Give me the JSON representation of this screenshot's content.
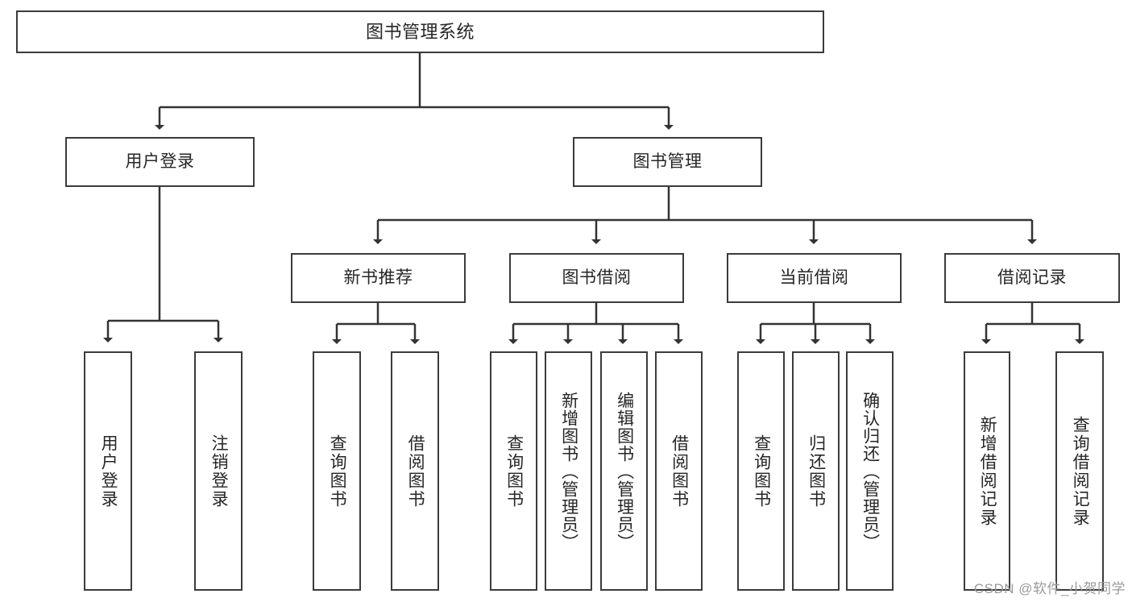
{
  "diagram": {
    "title": "图书管理系统",
    "type": "tree-hierarchy-chart",
    "root": {
      "id": "root",
      "label": "图书管理系统"
    },
    "level2": [
      {
        "id": "login",
        "label": "用户登录"
      },
      {
        "id": "bookmgmt",
        "label": "图书管理"
      }
    ],
    "level3": [
      {
        "id": "newbook",
        "label": "新书推荐"
      },
      {
        "id": "borrow",
        "label": "图书借阅"
      },
      {
        "id": "current",
        "label": "当前借阅"
      },
      {
        "id": "records",
        "label": "借阅记录"
      }
    ],
    "leaves": {
      "login": [
        {
          "id": "login-user",
          "label": "用户登录"
        },
        {
          "id": "login-logout",
          "label": "注销登录"
        }
      ],
      "newbook": [
        {
          "id": "newbook-query",
          "label": "查询图书"
        },
        {
          "id": "newbook-borrow",
          "label": "借阅图书"
        }
      ],
      "borrow": [
        {
          "id": "borrow-query",
          "label": "查询图书"
        },
        {
          "id": "borrow-add",
          "label": "新增图书（管理员）"
        },
        {
          "id": "borrow-edit",
          "label": "编辑图书（管理员）"
        },
        {
          "id": "borrow-lend",
          "label": "借阅图书"
        }
      ],
      "current": [
        {
          "id": "current-query",
          "label": "查询图书"
        },
        {
          "id": "current-return",
          "label": "归还图书"
        },
        {
          "id": "current-confirm",
          "label": "确认归还（管理员）"
        }
      ],
      "records": [
        {
          "id": "records-add",
          "label": "新增借阅记录"
        },
        {
          "id": "records-query",
          "label": "查询借阅记录"
        }
      ]
    }
  },
  "watermark": {
    "text": "CSDN @软件_小贺同学"
  },
  "colors": {
    "border": "#3b3b3b",
    "text": "#262626",
    "background": "#ffffff",
    "edge": "#333333",
    "watermark": "#9a9a9a"
  }
}
